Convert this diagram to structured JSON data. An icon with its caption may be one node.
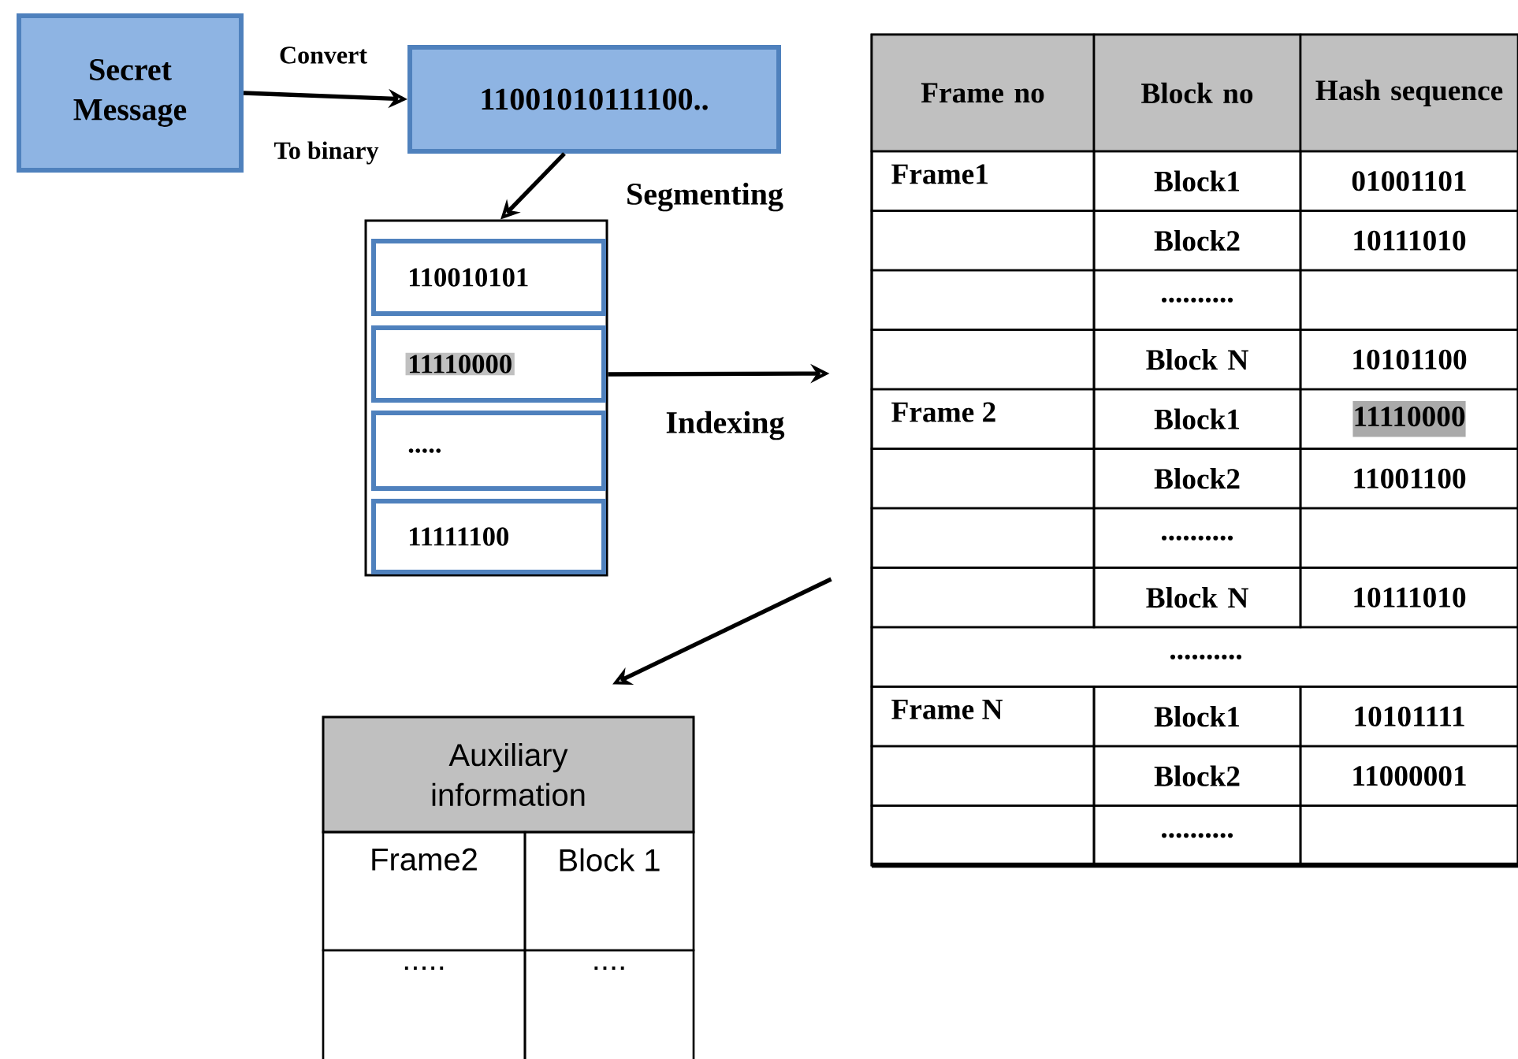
{
  "diagram": {
    "nodes": [
      {
        "text": [
          "Secret Message"
        ]
      },
      {
        "text": [
          "11001010111100.."
        ]
      },
      {
        "text": [],
        "shape": "box"
      },
      {
        "text": [
          "110010101"
        ],
        "in": 2
      },
      {
        "text": [
          "11110000"
        ],
        "in": 2
      },
      {
        "text": [
          "....."
        ],
        "in": 2
      },
      {
        "text": [
          "11111100"
        ],
        "in": 2
      },
      {
        "text": [],
        "shape": "box"
      },
      {
        "text": [
          "Auxiliary information"
        ]
      }
    ],
    "edges": [
      {
        "from": 0,
        "to": 1,
        "arrow": "to",
        "label": "Convert"
      },
      {
        "from": 1,
        "to": 2,
        "arrow": "to",
        "label": "Segmenting"
      },
      {
        "from": 2,
        "to": 7,
        "arrow": "to",
        "label": "Indexing"
      },
      {
        "from": 7,
        "to": 8,
        "arrow": "to"
      }
    ],
    "labels": [
      "To binary",
      "Frame no",
      "Block no",
      "Hash sequence",
      "Frame1",
      "Block1",
      "01001101",
      "Block2",
      "10111010",
      "..........",
      "Block N",
      "10101100",
      "Frame 2",
      "Block1",
      "11110000",
      "Block2",
      "11001100",
      "..........",
      "Block N",
      "10111010",
      "..........",
      "Frame N",
      "Block1",
      "10101111",
      "Block2",
      "11000001",
      "..........",
      "Frame2",
      "Block 1",
      ".....",
      "...."
    ]
  }
}
